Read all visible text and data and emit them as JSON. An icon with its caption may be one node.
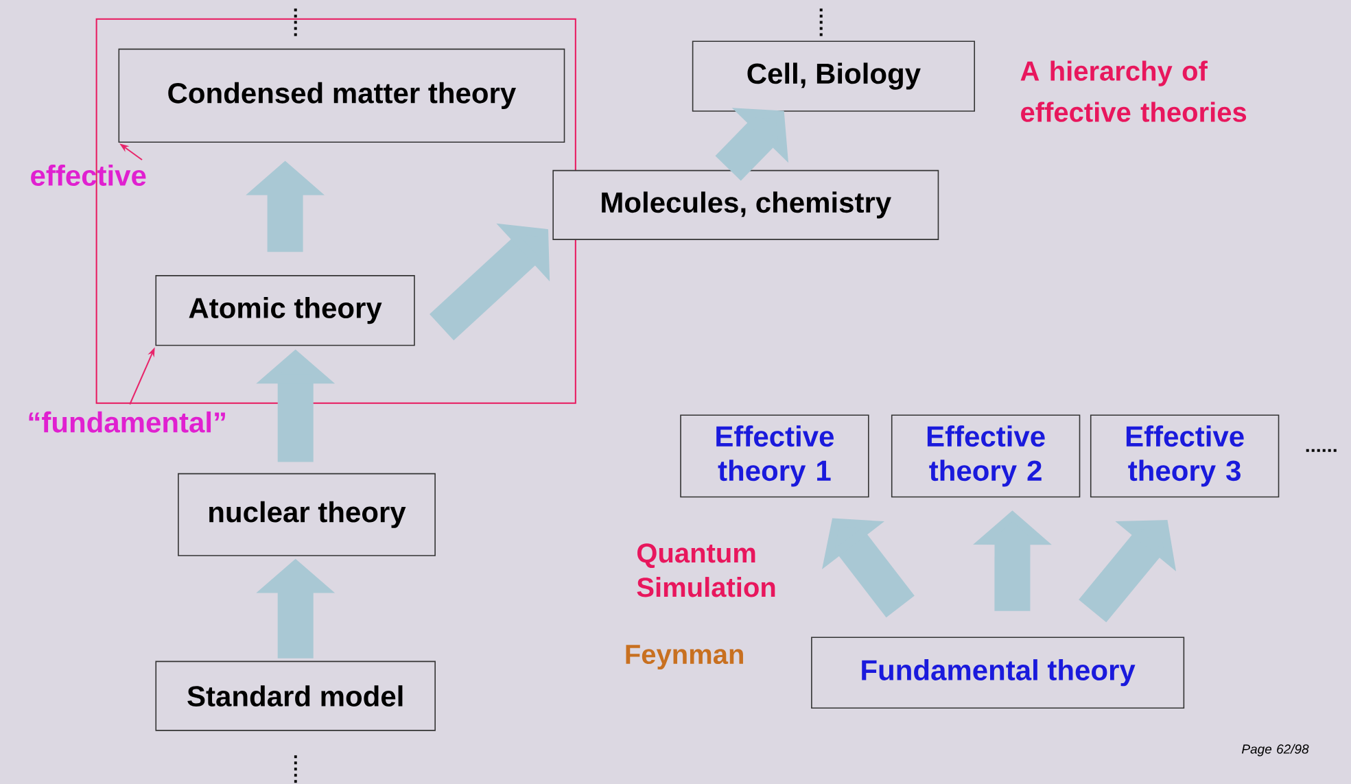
{
  "diagram": {
    "title": "A hierarchy of effective theories",
    "nodes": [
      {
        "text": [],
        "shape": "box"
      },
      {
        "text": [
          "Condensed matter theory"
        ],
        "in": 0
      },
      {
        "text": [
          "Atomic theory"
        ],
        "in": 0
      },
      {
        "text": [
          "nuclear theory"
        ]
      },
      {
        "text": [
          "Standard model"
        ]
      },
      {
        "text": [
          "Molecules, chemistry"
        ]
      },
      {
        "text": [
          "Cell, Biology"
        ]
      },
      {
        "text": [
          "Effective theory 1"
        ]
      },
      {
        "text": [
          "Effective theory 2"
        ]
      },
      {
        "text": [
          "Effective theory 3"
        ]
      },
      {
        "text": [
          "Fundamental theory"
        ]
      },
      {
        "text": [
          "effective"
        ]
      },
      {
        "text": [
          "“fundamental”"
        ]
      }
    ],
    "edges": [
      {
        "from": 4,
        "to": 3,
        "arrow": "to"
      },
      {
        "from": 3,
        "to": 2,
        "arrow": "to"
      },
      {
        "from": 2,
        "to": 1,
        "arrow": "to"
      },
      {
        "from": 2,
        "to": 5,
        "arrow": "to"
      },
      {
        "from": 5,
        "to": 6,
        "arrow": "to"
      },
      {
        "from": 10,
        "to": 7,
        "arrow": "to"
      },
      {
        "from": 10,
        "to": 8,
        "arrow": "to"
      },
      {
        "from": 10,
        "to": 9,
        "arrow": "to"
      },
      {
        "from": 11,
        "to": 1,
        "arrow": "to",
        "color": "#e8246a"
      },
      {
        "from": 12,
        "to": 2,
        "arrow": "to",
        "color": "#e8246a"
      }
    ],
    "labels": [
      "Quantum Simulation",
      "Feynman",
      "Page 62/98"
    ]
  }
}
